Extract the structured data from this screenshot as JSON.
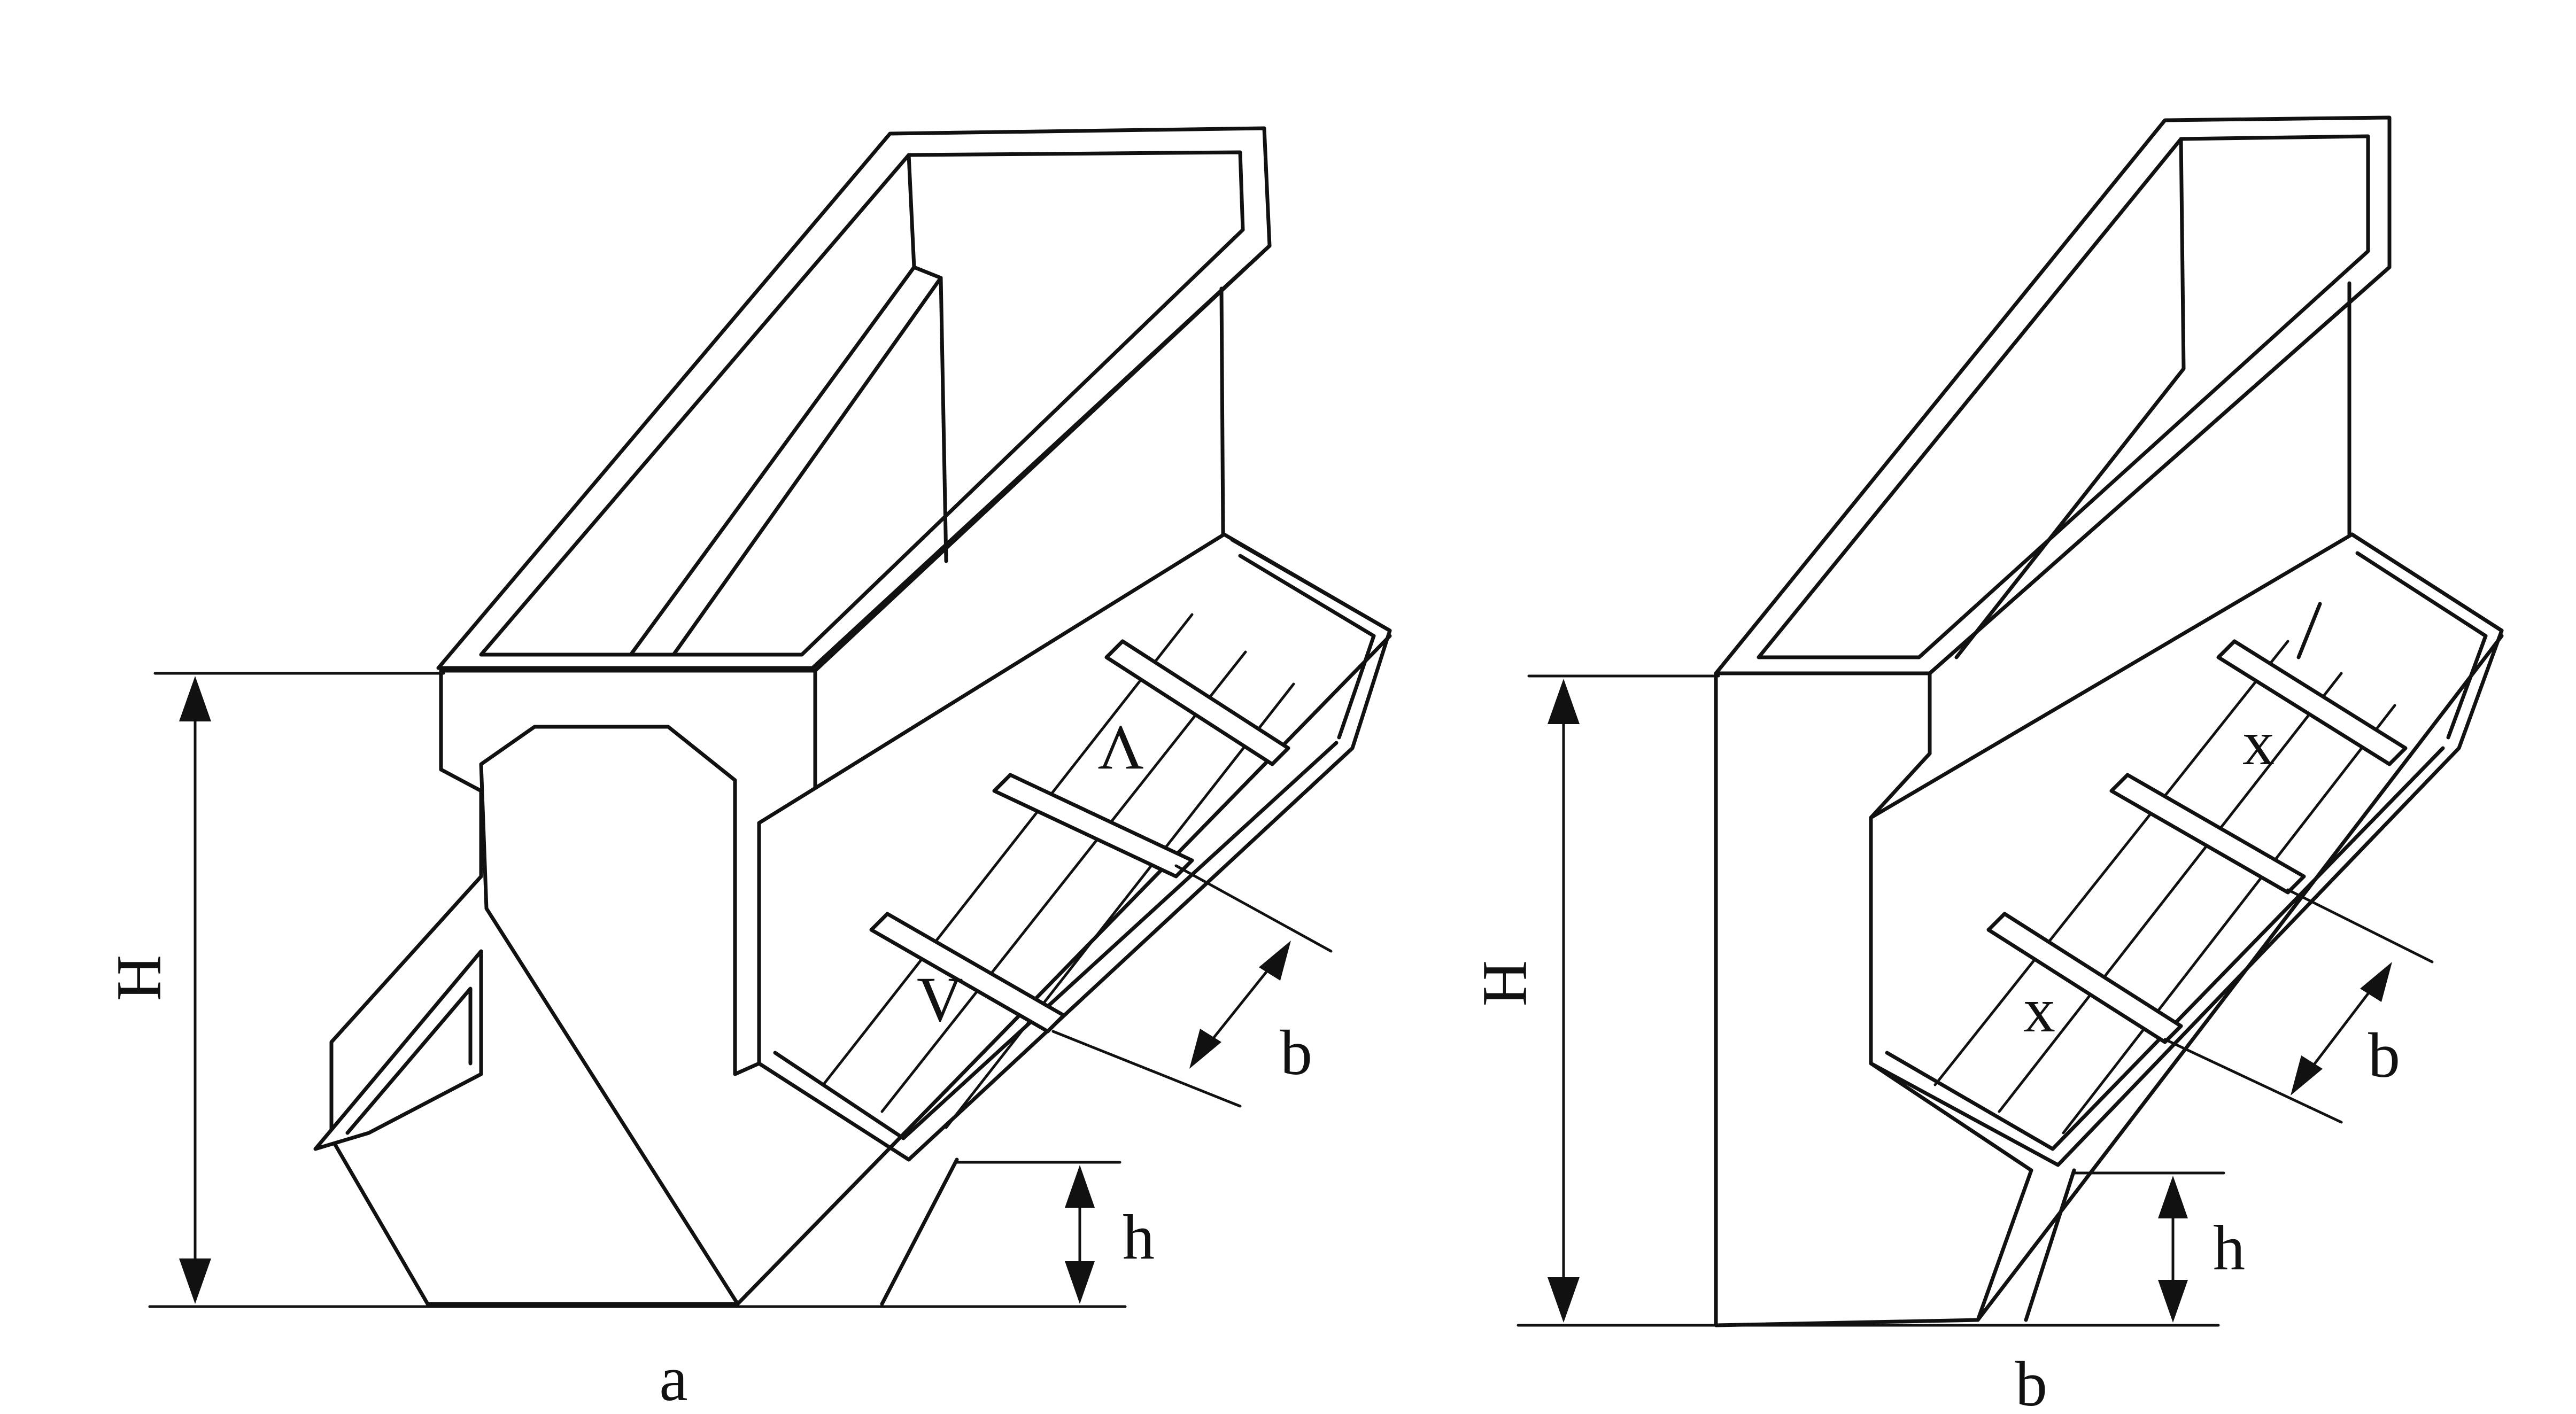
{
  "figure": {
    "panels": [
      {
        "id": "a",
        "caption": "a",
        "dim_H": "H",
        "dim_h": "h",
        "dim_b": "b",
        "label_marks": "V"
      },
      {
        "id": "b",
        "caption": "b",
        "dim_H": "H",
        "dim_h": "h",
        "dim_b": "b",
        "label_marks": "x"
      }
    ],
    "colors": {
      "ink": "#111111",
      "paper": "#ffffff"
    }
  }
}
